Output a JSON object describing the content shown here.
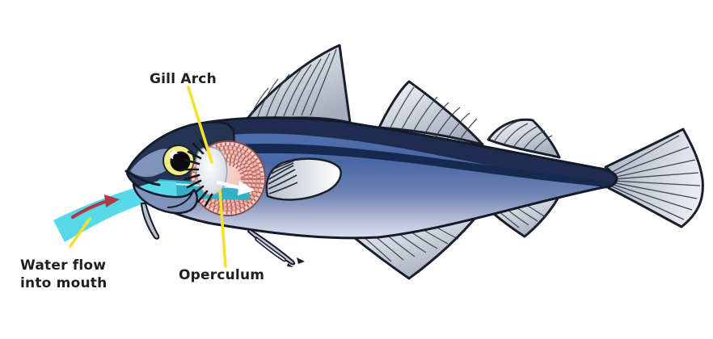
{
  "labels": {
    "gill_arch": "Gill Arch",
    "operculum": "Operculum",
    "water_flow_line1": "Water flow",
    "water_flow_line2": "into mouth"
  },
  "colors": {
    "background": "#ffffff",
    "label_text": "#1f1f1f",
    "pointer_line_yellow": "#f6df2e",
    "water_flow_cyan": "#58d9e9",
    "water_flow_teal_inside_mouth": "#33b0c6",
    "water_flow_arrow_red": "#b13a49",
    "gill_flow_arrow_white": "#ffffff",
    "fish_body_blue": "#4a68a6",
    "fish_back_navy": "#1e2c50",
    "fish_belly_light": "#e4e8f2",
    "fin_gray": "#c3c8d4",
    "gill_pink": "#efb3ab",
    "gill_arch_gray": "#dfe3e8",
    "gill_raker_black": "#15181d",
    "eye_ring_yellow": "#f0ee86"
  }
}
